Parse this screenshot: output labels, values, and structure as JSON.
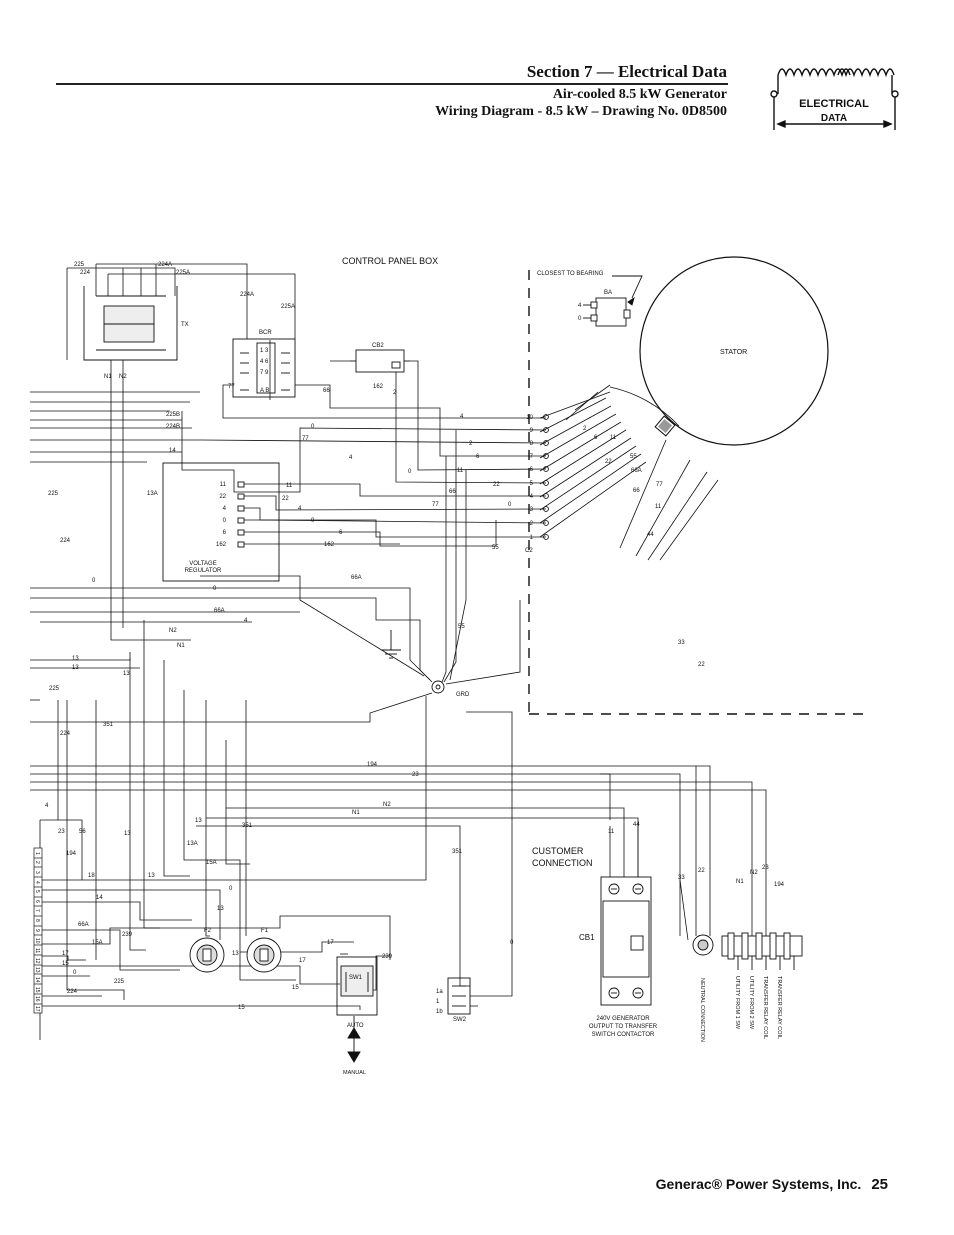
{
  "header": {
    "section_title": "Section 7 — Electrical Data",
    "subtitle1": "Air-cooled 8.5 kW Generator",
    "subtitle2": "Wiring Diagram - 8.5 kW – Drawing No. 0D8500"
  },
  "badge": {
    "line1": "ELECTRICAL",
    "line2": "DATA"
  },
  "footer": {
    "company": "Generac® Power Systems, Inc.",
    "page_number": "25"
  },
  "diagram": {
    "control_panel_box": "CONTROL PANEL BOX",
    "closest_to_bearing": "CLOSEST TO BEARING",
    "ba": "BA",
    "stator": "STATOR",
    "tx": "TX",
    "bcr": "BCR",
    "cb2": "CB2",
    "c2": "C2",
    "grd": "GRD",
    "voltage_regulator_line1": "VOLTAGE",
    "voltage_regulator_line2": "REGULATOR",
    "customer_line1": "CUSTOMER",
    "customer_line2": "CONNECTION",
    "cb1": "CB1",
    "cb1_caption": [
      "240V GENERATOR",
      "OUTPUT TO TRANSFER",
      "SWITCH CONTACTOR"
    ],
    "sw1": "SW1",
    "sw2": "SW2",
    "f1": "F1",
    "f2": "F2",
    "auto": "AUTO",
    "manual": "MANUAL",
    "terminal_labels": [
      "NEUTRAL CONNECTION",
      "UTILITY FROM 1 SW",
      "UTILITY FROM 2 SW",
      "TRANSFER RELAY COIL",
      "TRANSFER RELAY COIL"
    ],
    "c2_terminals": [
      "10",
      "9",
      "8",
      "7",
      "6",
      "5",
      "4",
      "3",
      "2",
      "1"
    ],
    "vr_terminals": [
      "11",
      "22",
      "4",
      "0",
      "6",
      "162"
    ],
    "connector_pins": [
      "1",
      "2",
      "3",
      "4",
      "5",
      "6",
      "7",
      "8",
      "9",
      "10",
      "11",
      "12",
      "13",
      "14",
      "15",
      "16",
      "17"
    ]
  }
}
